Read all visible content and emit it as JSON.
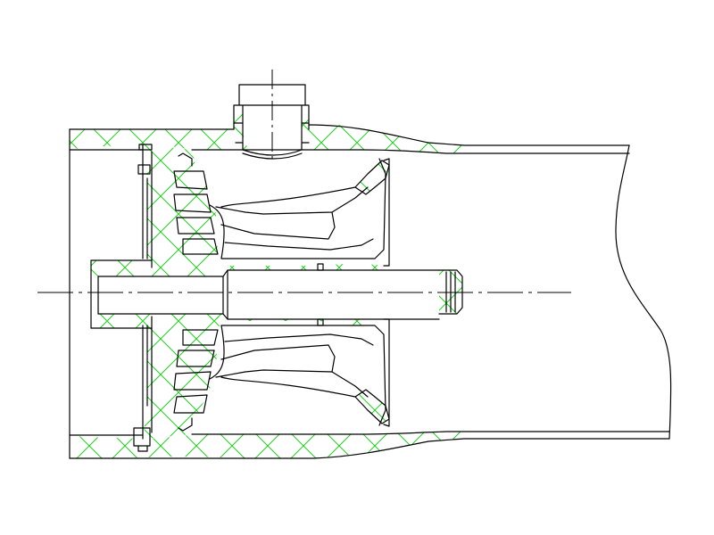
{
  "drawing": {
    "type": "mechanical cross-section",
    "colors": {
      "background": "#ffffff",
      "outline": "#000000",
      "hatch": "#22cc22"
    },
    "line_styles": {
      "outline": "solid",
      "centerline": "dash-dot"
    }
  }
}
